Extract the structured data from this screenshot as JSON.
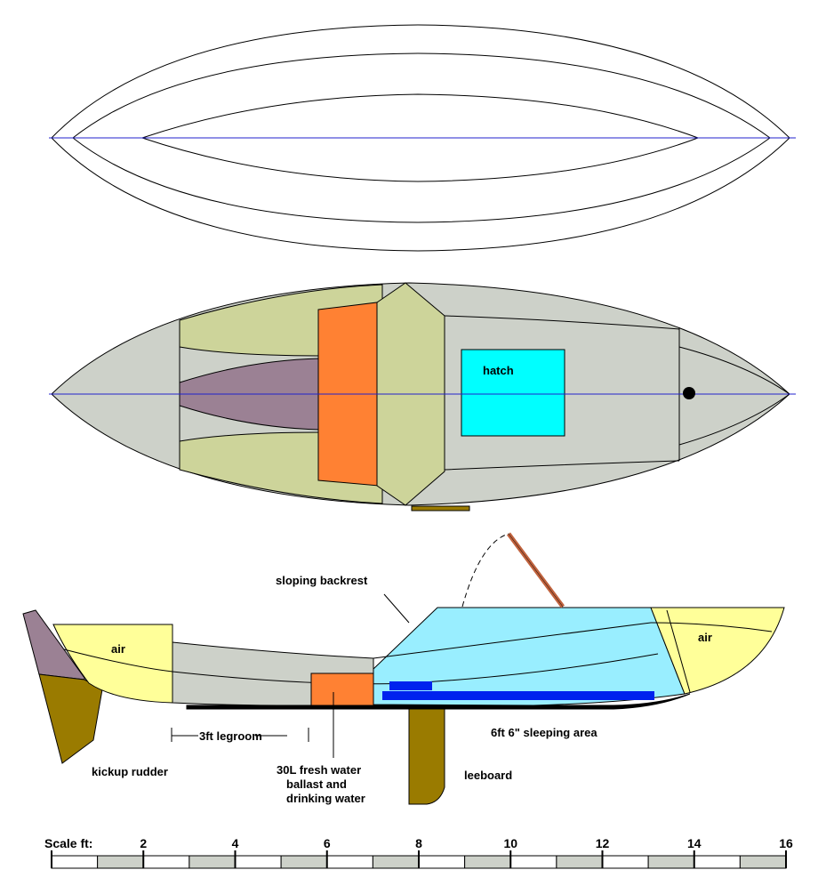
{
  "labels": {
    "hatch": "hatch",
    "air_stern": "air",
    "air_bow": "air",
    "sloping_backrest": "sloping backrest",
    "legroom": "3ft legroom",
    "sleeping_area": "6ft 6\" sleeping area",
    "kickup_rudder": "kickup rudder",
    "water_line1": "30L fresh water",
    "water_line2": "ballast and",
    "water_line3": "drinking water",
    "leeboard": "leeboard"
  },
  "scale": {
    "title": "Scale ft:",
    "ticks": [
      "2",
      "4",
      "6",
      "8",
      "10",
      "12",
      "14",
      "16"
    ]
  },
  "colors": {
    "hull_grey": "#cdd1c9",
    "side_green": "#cdd49a",
    "cockpit_purple": "#9b8194",
    "seat_orange": "#ff8133",
    "hatch_cyan": "#00ffff",
    "cabin_cyan": "#99eeff",
    "air_yellow": "#ffff99",
    "rudder_brown": "#9a7b00",
    "rudder_purple": "#9b8194",
    "tank_blue": "#0022ee",
    "centerline_blue": "#2222cc",
    "mast_brown": "#c0623d",
    "scale_grey": "#cdd1c9"
  }
}
